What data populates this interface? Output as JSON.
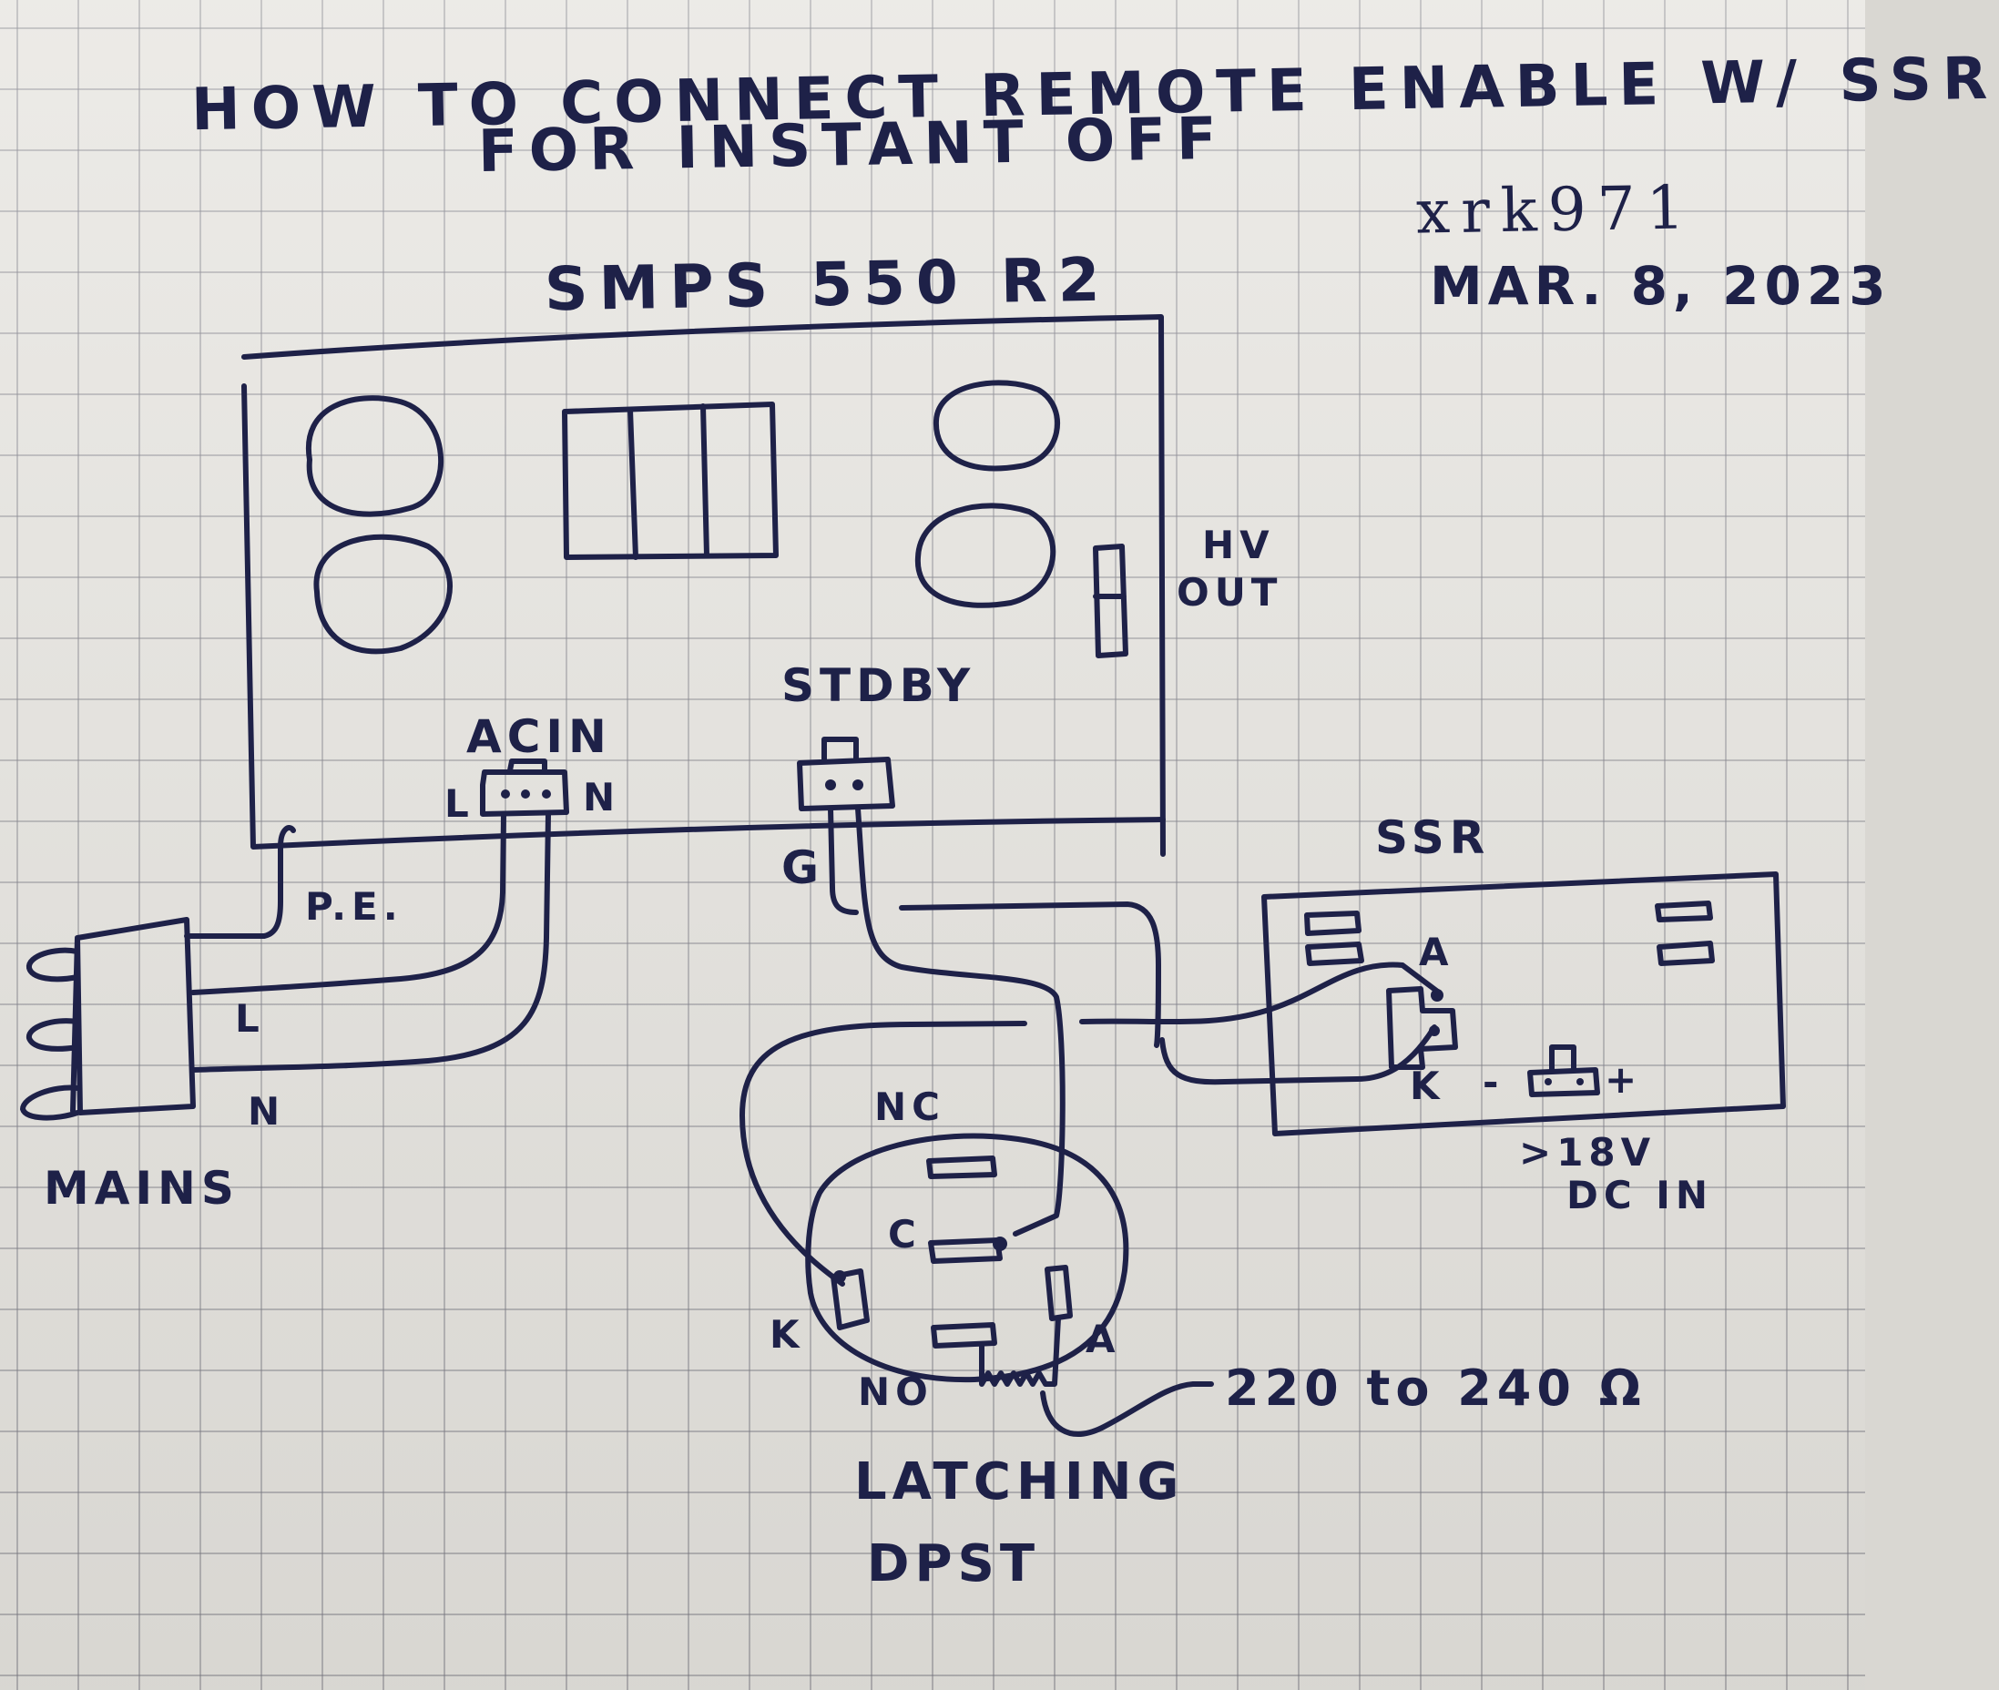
{
  "title": {
    "line1": "HOW TO CONNECT REMOTE ENABLE W/ SSR",
    "line2": "FOR INSTANT OFF"
  },
  "author": "xrk971",
  "date": "MAR. 8, 2023",
  "smps": {
    "name": "SMPS 550 R2",
    "hv_out": [
      "HV",
      "OUT"
    ],
    "stdby": "STDBY",
    "acin": "ACIN",
    "acin_l": "L",
    "acin_n": "N",
    "g": "G"
  },
  "mains": {
    "label": "MAINS",
    "pe": "P.E.",
    "l": "L",
    "n": "N"
  },
  "ssr": {
    "label": "SSR",
    "a": "A",
    "k": "K",
    "minus": "-",
    "plus": "+",
    "dc_in": [
      ">18V",
      "DC IN"
    ]
  },
  "switch": {
    "label": [
      "LATCHING",
      "DPST"
    ],
    "nc": "NC",
    "c": "C",
    "k": "K",
    "no": "NO",
    "a": "A",
    "resistor": "220 to 240 Ω"
  },
  "colors": {
    "ink": "#1e2148",
    "paper": "#e6e4df",
    "grid": "#787882"
  }
}
